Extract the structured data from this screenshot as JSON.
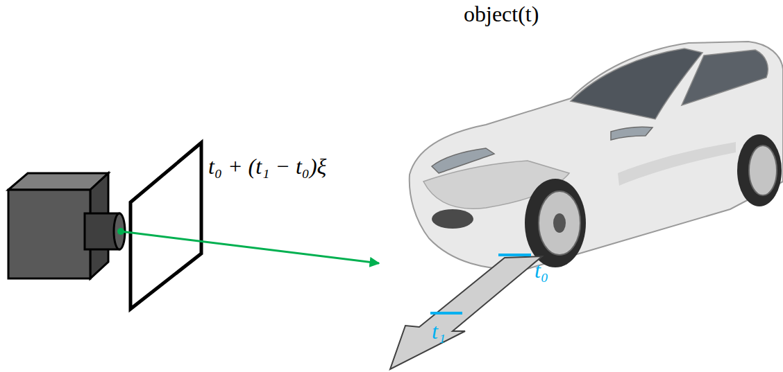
{
  "diagram": {
    "labels": [
      "object(t)",
      "t₀ + (t₁ − t₀)ξ",
      "t₀",
      "t₁"
    ]
  }
}
